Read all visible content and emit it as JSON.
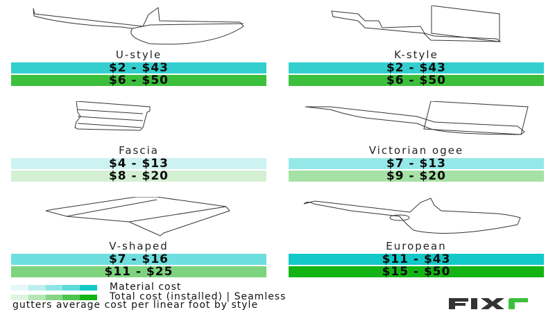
{
  "chart_data": {
    "type": "table",
    "title": "Seamless gutters average cost per linear foot by style",
    "legend": [
      "Material cost",
      "Total cost (installed)"
    ],
    "rows": [
      {
        "style": "U-style",
        "material": "$2 - $43",
        "installed": "$6 - $50",
        "material_range": [
          2,
          43
        ],
        "installed_range": [
          6,
          50
        ],
        "material_color": "#33cfcf",
        "installed_color": "#3cbf3c"
      },
      {
        "style": "K-style",
        "material": "$2 - $43",
        "installed": "$6 - $50",
        "material_range": [
          2,
          43
        ],
        "installed_range": [
          6,
          50
        ],
        "material_color": "#33cfcf",
        "installed_color": "#3cbf3c"
      },
      {
        "style": "Fascia",
        "material": "$4 - $13",
        "installed": "$8 - $20",
        "material_range": [
          4,
          13
        ],
        "installed_range": [
          8,
          20
        ],
        "material_color": "#cdf2f2",
        "installed_color": "#d3f0d3"
      },
      {
        "style": "Victorian ogee",
        "material": "$7 - $13",
        "installed": "$9 - $20",
        "material_range": [
          7,
          13
        ],
        "installed_range": [
          9,
          20
        ],
        "material_color": "#95e8e8",
        "installed_color": "#a6e1a6"
      },
      {
        "style": "V-shaped",
        "material": "$7 - $16",
        "installed": "$11 - $25",
        "material_range": [
          7,
          16
        ],
        "installed_range": [
          11,
          25
        ],
        "material_color": "#6fdede",
        "installed_color": "#7ed37e"
      },
      {
        "style": "European",
        "material": "$11 - $43",
        "installed": "$15 - $50",
        "material_range": [
          11,
          43
        ],
        "installed_range": [
          15,
          50
        ],
        "material_color": "#12c8c8",
        "installed_color": "#14b414"
      }
    ]
  },
  "legend": {
    "material": "Material cost",
    "installed_prefix": "Total cost (installed)  |  Seamless",
    "material_colors": [
      "#e4f8f8",
      "#bdeeee",
      "#8fe5e5",
      "#5ddada",
      "#14c8c8"
    ],
    "installed_colors": [
      "#dff4df",
      "#b5e6b5",
      "#86d586",
      "#4ec44e",
      "#14b414"
    ]
  },
  "caption": "gutters average cost per linear foot by style",
  "brand": {
    "name": "FIXR",
    "primary": "#333333",
    "accent": "#3cbf3c"
  }
}
